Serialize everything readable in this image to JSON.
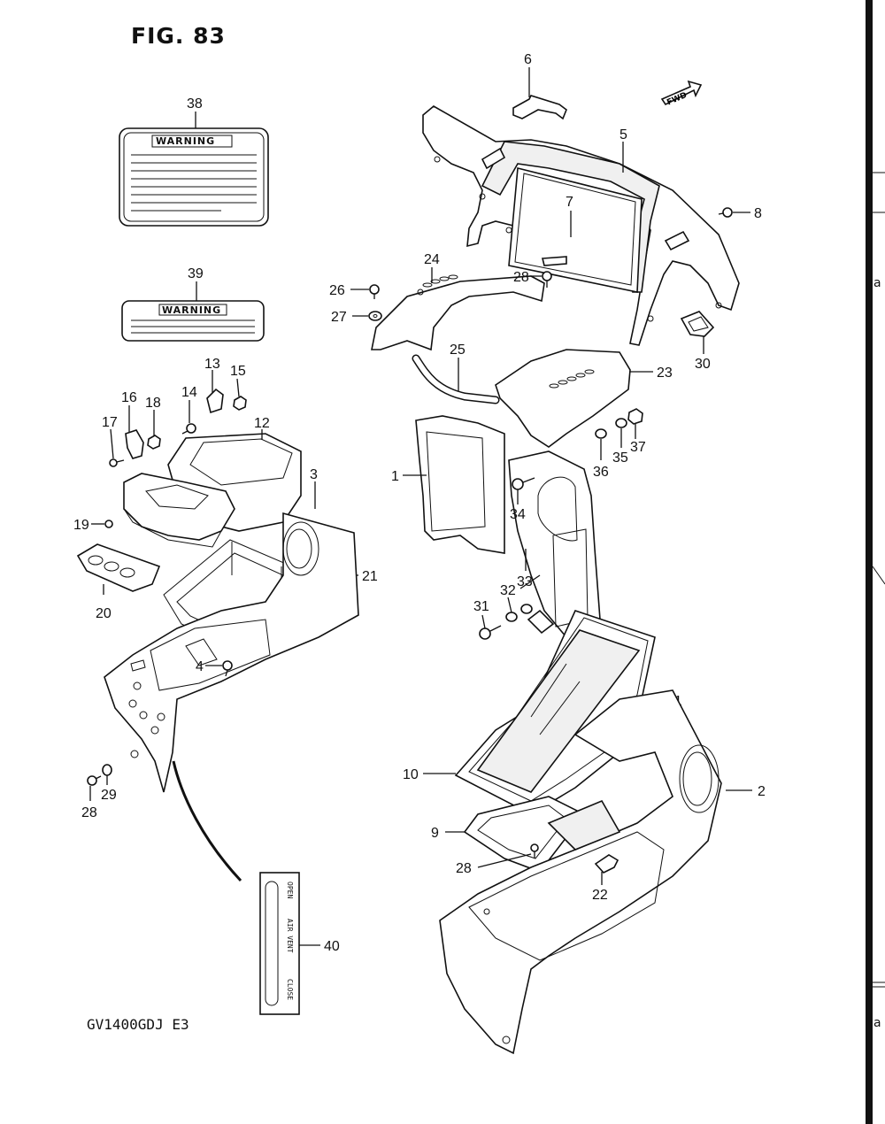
{
  "figure": {
    "title": "FIG. 83",
    "model_code": "GV1400GDJ  E3",
    "fwd_label": "FWD"
  },
  "plates": {
    "warning_large_text": "WARNING",
    "warning_small_text": "WARNING",
    "vent_top_text": "OPEN",
    "vent_mid_text": "AIR VENT",
    "vent_bottom_text": "CLOSE"
  },
  "callouts": {
    "c1": "1",
    "c2": "2",
    "c3": "3",
    "c4": "4",
    "c5": "5",
    "c6": "6",
    "c7": "7",
    "c8": "8",
    "c9": "9",
    "c10": "10",
    "c11": "11",
    "c12": "12",
    "c13": "13",
    "c14": "14",
    "c15": "15",
    "c16": "16",
    "c17": "17",
    "c18": "18",
    "c19": "19",
    "c20": "20",
    "c21": "21",
    "c22": "22",
    "c23": "23",
    "c24": "24",
    "c25": "25",
    "c26": "26",
    "c27": "27",
    "c28a": "28",
    "c28b": "28",
    "c28c": "28",
    "c29": "29",
    "c30": "30",
    "c31": "31",
    "c32": "32",
    "c33": "33",
    "c34": "34",
    "c35": "35",
    "c36": "36",
    "c37": "37",
    "c38": "38",
    "c39": "39",
    "c40": "40"
  },
  "edge_fragments": {
    "e1": "a",
    "e2": "a"
  }
}
